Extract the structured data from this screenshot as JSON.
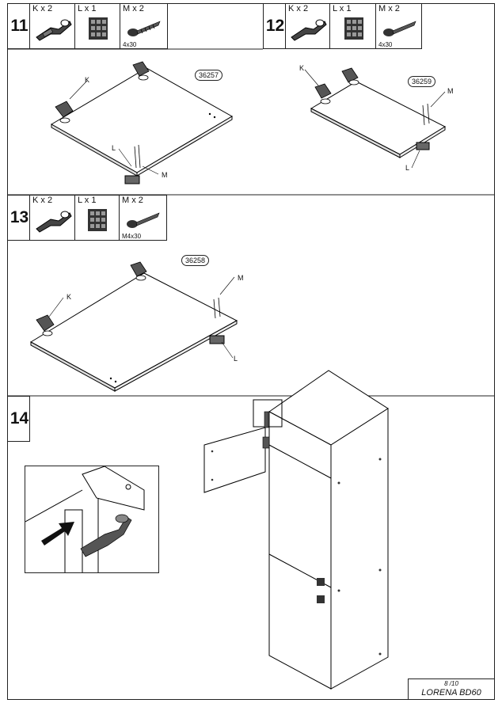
{
  "steps": [
    {
      "number": "11",
      "parts": [
        {
          "label": "K x 2",
          "sub": ""
        },
        {
          "label": "L x 1",
          "sub": ""
        },
        {
          "label": "M x 2",
          "sub": "4x30"
        }
      ],
      "callout": "36257",
      "markers": [
        "K",
        "L",
        "M"
      ]
    },
    {
      "number": "12",
      "parts": [
        {
          "label": "K x 2",
          "sub": ""
        },
        {
          "label": "L x 1",
          "sub": ""
        },
        {
          "label": "M x 2",
          "sub": "4x30"
        }
      ],
      "callout": "36259",
      "markers": [
        "K",
        "M",
        "L"
      ]
    },
    {
      "number": "13",
      "parts": [
        {
          "label": "K x 2",
          "sub": ""
        },
        {
          "label": "L x 1",
          "sub": ""
        },
        {
          "label": "M x 2",
          "sub": "M4x30"
        }
      ],
      "callout": "36258",
      "markers": [
        "K",
        "M",
        "L"
      ]
    },
    {
      "number": "14"
    }
  ],
  "icons": [
    "hinge-icon",
    "mounting-plate-icon",
    "screw-icon"
  ],
  "footer": {
    "page": "8 /10",
    "product": "LORENA BD60"
  }
}
